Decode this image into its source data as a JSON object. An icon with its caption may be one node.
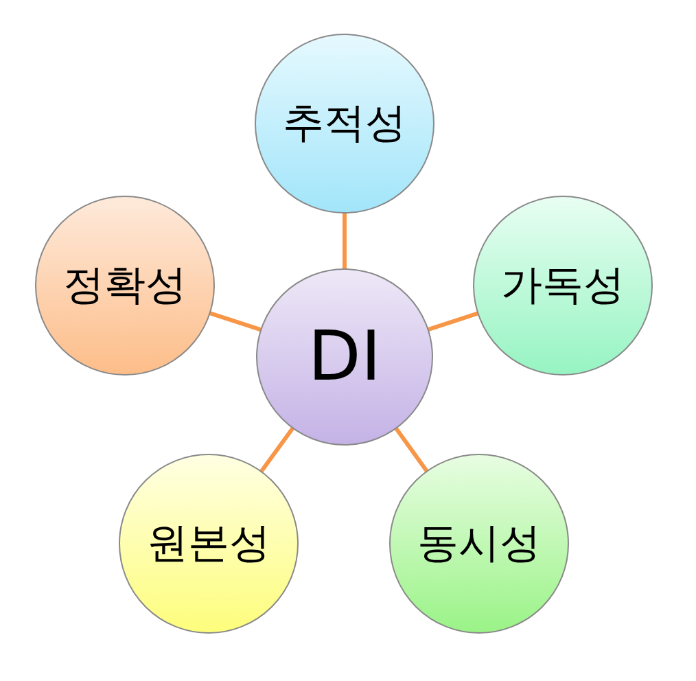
{
  "diagram": {
    "nodes": [
      {
        "text": [
          "추적성"
        ]
      },
      {
        "text": [
          "정확성"
        ]
      },
      {
        "text": [
          "DI"
        ]
      },
      {
        "text": [
          "가독성"
        ]
      },
      {
        "text": [
          "원본성"
        ]
      },
      {
        "text": [
          "동시성"
        ]
      }
    ],
    "edges": [
      {
        "from": 2,
        "to": 0,
        "arrow": "none"
      },
      {
        "from": 2,
        "to": 1,
        "arrow": "none"
      },
      {
        "from": 2,
        "to": 3,
        "arrow": "none"
      },
      {
        "from": 2,
        "to": 4,
        "arrow": "none"
      },
      {
        "from": 2,
        "to": 5,
        "arrow": "none"
      }
    ]
  }
}
